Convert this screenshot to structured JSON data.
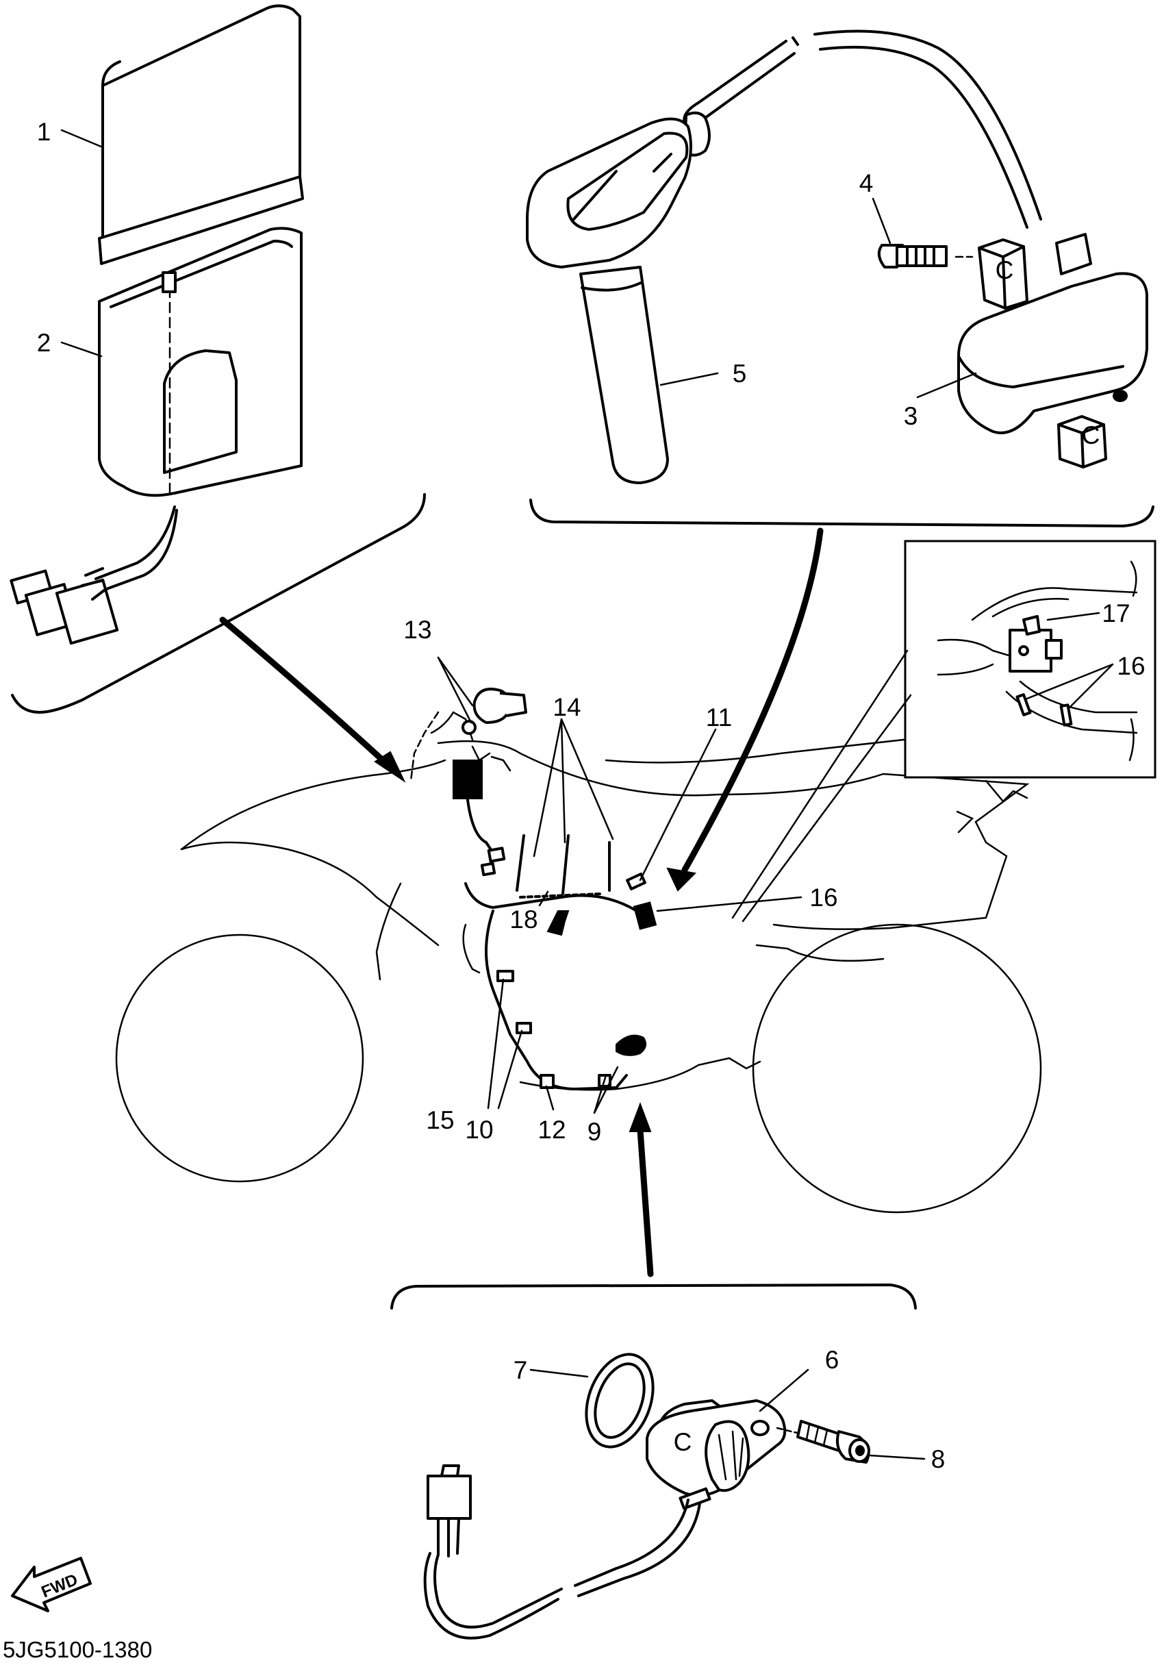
{
  "diagram": {
    "part_numbers": {
      "p1": "1",
      "p2": "2",
      "p3": "3",
      "p4": "4",
      "p5": "5",
      "p6": "6",
      "p7": "7",
      "p8": "8",
      "p9": "9",
      "p10": "10",
      "p11": "11",
      "p12": "12",
      "p13": "13",
      "p14": "14",
      "p15": "15",
      "p16": "16",
      "p16b": "16",
      "p17": "17",
      "p18": "18"
    },
    "coil_mark_top": "C",
    "coil_mark_bottom": "C",
    "sensor_mark": "C",
    "fwd_label": "FWD",
    "drawing_code": "5JG5100-1380"
  }
}
